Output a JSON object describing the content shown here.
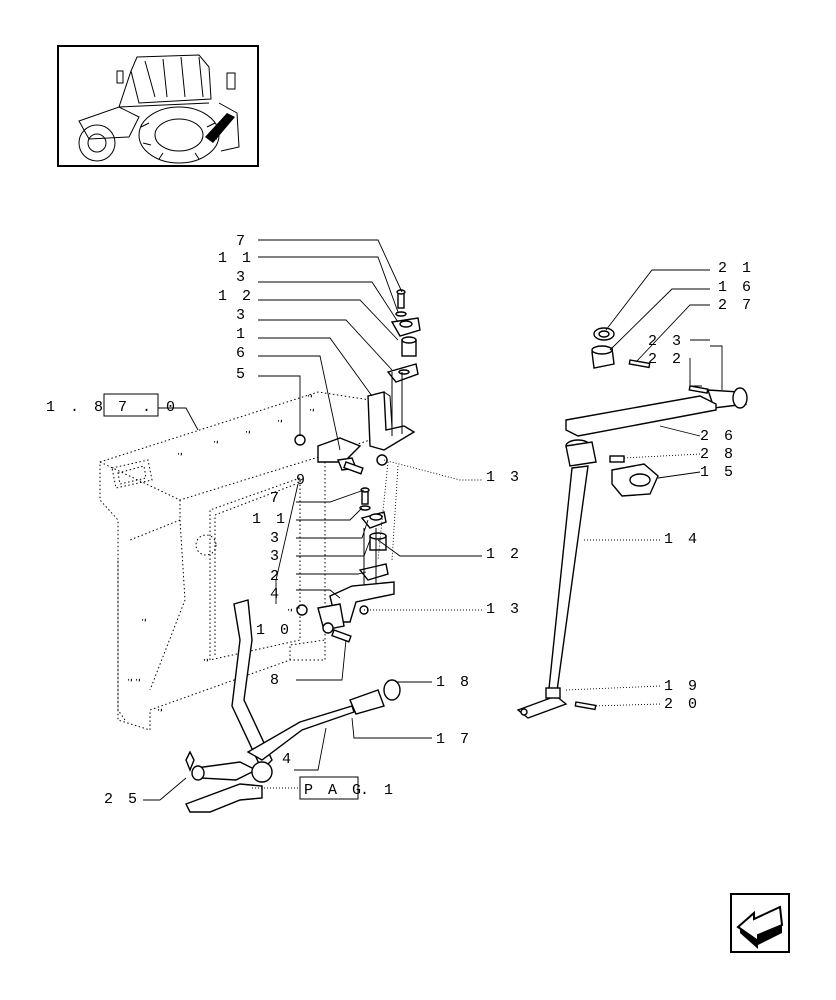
{
  "thumbnail": {
    "icon": "tractor-icon"
  },
  "reference_box": "1 . 8 7 . 0",
  "page_ref": {
    "box": "P A G",
    "suffix": ". 1"
  },
  "nav": {
    "icon": "previous-page-arrow-icon"
  },
  "labels": {
    "l7a": "7",
    "l11a": "1 1",
    "l3a": "3",
    "l12a": "1 2",
    "l3b": "3",
    "l1": "1",
    "l6": "6",
    "l5": "5",
    "l13a": "1 3",
    "l9": "9",
    "l7b": "7",
    "l11b": "1 1",
    "l3c": "3",
    "l3d": "3",
    "l12b": "1 2",
    "l2": "2",
    "l4a": "4",
    "l13b": "1 3",
    "l10": "1 0",
    "l8": "8",
    "l18": "1 8",
    "l17": "1 7",
    "l4b": "4",
    "l25": "2 5",
    "l21": "2 1",
    "l16": "1 6",
    "l27": "2 7",
    "l23": "2 3",
    "l22": "2 2",
    "l26": "2 6",
    "l28": "2 8",
    "l15": "1 5",
    "l14": "1 4",
    "l19": "1 9",
    "l20": "2 0"
  },
  "colors": {
    "line": "#000000",
    "background": "#ffffff"
  }
}
